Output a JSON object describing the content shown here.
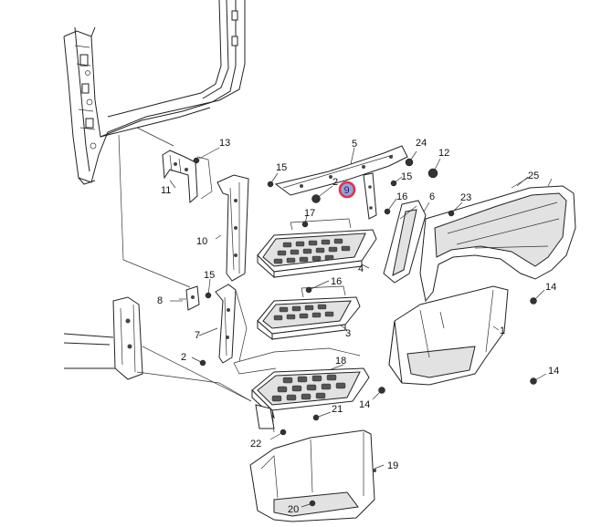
{
  "diagram": {
    "callouts": [
      {
        "id": "c1",
        "label": "1"
      },
      {
        "id": "c2a",
        "label": "2"
      },
      {
        "id": "c2b",
        "label": "2"
      },
      {
        "id": "c3",
        "label": "3"
      },
      {
        "id": "c4",
        "label": "4"
      },
      {
        "id": "c5",
        "label": "5"
      },
      {
        "id": "c6",
        "label": "6"
      },
      {
        "id": "c7",
        "label": "7"
      },
      {
        "id": "c8",
        "label": "8"
      },
      {
        "id": "c9",
        "label": "9"
      },
      {
        "id": "c10",
        "label": "10"
      },
      {
        "id": "c11",
        "label": "11"
      },
      {
        "id": "c12",
        "label": "12"
      },
      {
        "id": "c13",
        "label": "13"
      },
      {
        "id": "c14a",
        "label": "14"
      },
      {
        "id": "c14b",
        "label": "14"
      },
      {
        "id": "c14c",
        "label": "14"
      },
      {
        "id": "c15a",
        "label": "15"
      },
      {
        "id": "c15b",
        "label": "15"
      },
      {
        "id": "c15c",
        "label": "15"
      },
      {
        "id": "c16a",
        "label": "16"
      },
      {
        "id": "c16b",
        "label": "16"
      },
      {
        "id": "c17",
        "label": "17"
      },
      {
        "id": "c18",
        "label": "18"
      },
      {
        "id": "c19",
        "label": "19"
      },
      {
        "id": "c20",
        "label": "20"
      },
      {
        "id": "c21",
        "label": "21"
      },
      {
        "id": "c22",
        "label": "22"
      },
      {
        "id": "c23",
        "label": "23"
      },
      {
        "id": "c24",
        "label": "24"
      },
      {
        "id": "c25",
        "label": "25"
      }
    ],
    "highlight": {
      "label": "9",
      "ring_color": "#e0324a",
      "fill_color": "#9aa3d6"
    }
  }
}
